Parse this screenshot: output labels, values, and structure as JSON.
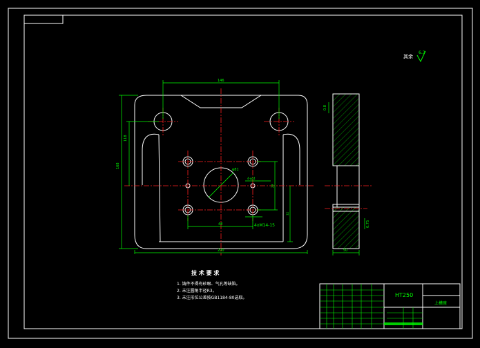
{
  "dimensions": {
    "overall_width": "200",
    "top_width": "146",
    "hole_span_height": "118",
    "overall_height": "168",
    "inner_width": "48",
    "hole_dia": "φ81",
    "bolt_label": "4-φ14",
    "bolt_callout": "4xM14-15",
    "left_offset": "29",
    "right_offset": "32",
    "side_thickness": "50",
    "side_top": "0.8",
    "side_bottom": "0.75"
  },
  "surface": {
    "label": "其余",
    "value": "6.3"
  },
  "notes": {
    "title": "技 术 要 求",
    "items": [
      "1. 铸件不得有砂眼、气孔等缺陷。",
      "2. 未注圆角半径R3。",
      "3. 未注形位公差按GB1184-80选取。"
    ]
  },
  "title_block": {
    "material": "HT250",
    "part_name": "上模座"
  },
  "colors": {
    "frame": "#ffffff",
    "outline": "#ffffff",
    "dimension": "#00ff00",
    "centerline": "#ff2020",
    "hatch": "#00ff00",
    "text": "#ffffff",
    "accent": "#ffff00"
  }
}
